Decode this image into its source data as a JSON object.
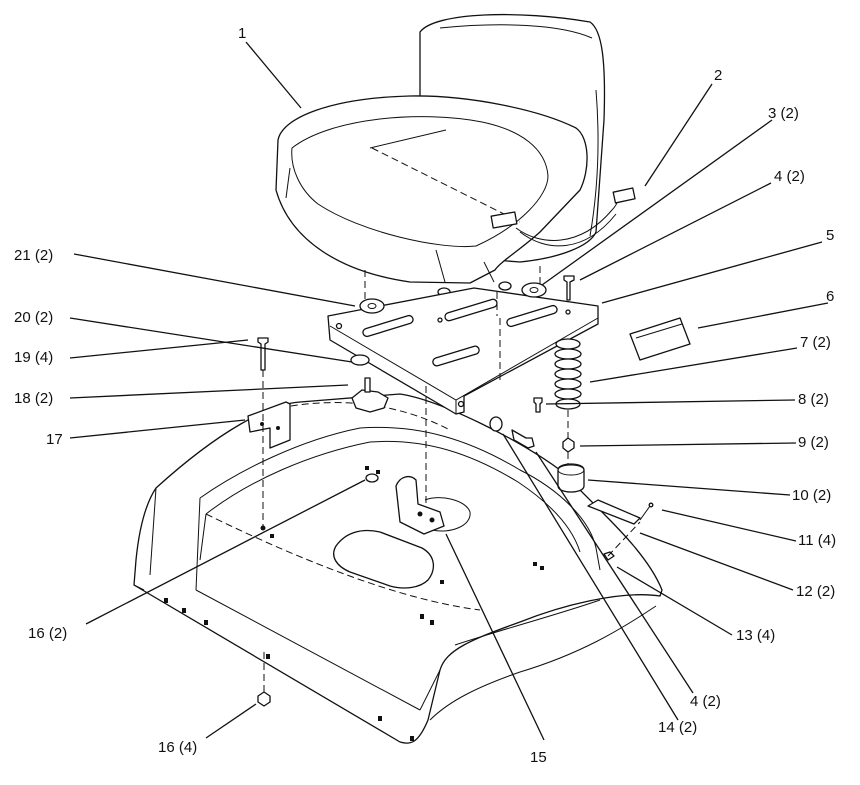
{
  "labels": {
    "l1": "1",
    "l2": "2",
    "l3": "3 (2)",
    "l4a": "4 (2)",
    "l5": "5",
    "l6": "6",
    "l7": "7 (2)",
    "l8": "8 (2)",
    "l9": "9 (2)",
    "l10": "10 (2)",
    "l11": "11 (4)",
    "l12": "12 (2)",
    "l13": "13 (4)",
    "l4b": "4 (2)",
    "l14": "14 (2)",
    "l15": "15",
    "l16a": "16 (2)",
    "l16b": "16 (4)",
    "l17": "17",
    "l18": "18 (2)",
    "l19": "19 (4)",
    "l20": "20 (2)",
    "l21": "21 (2)"
  }
}
